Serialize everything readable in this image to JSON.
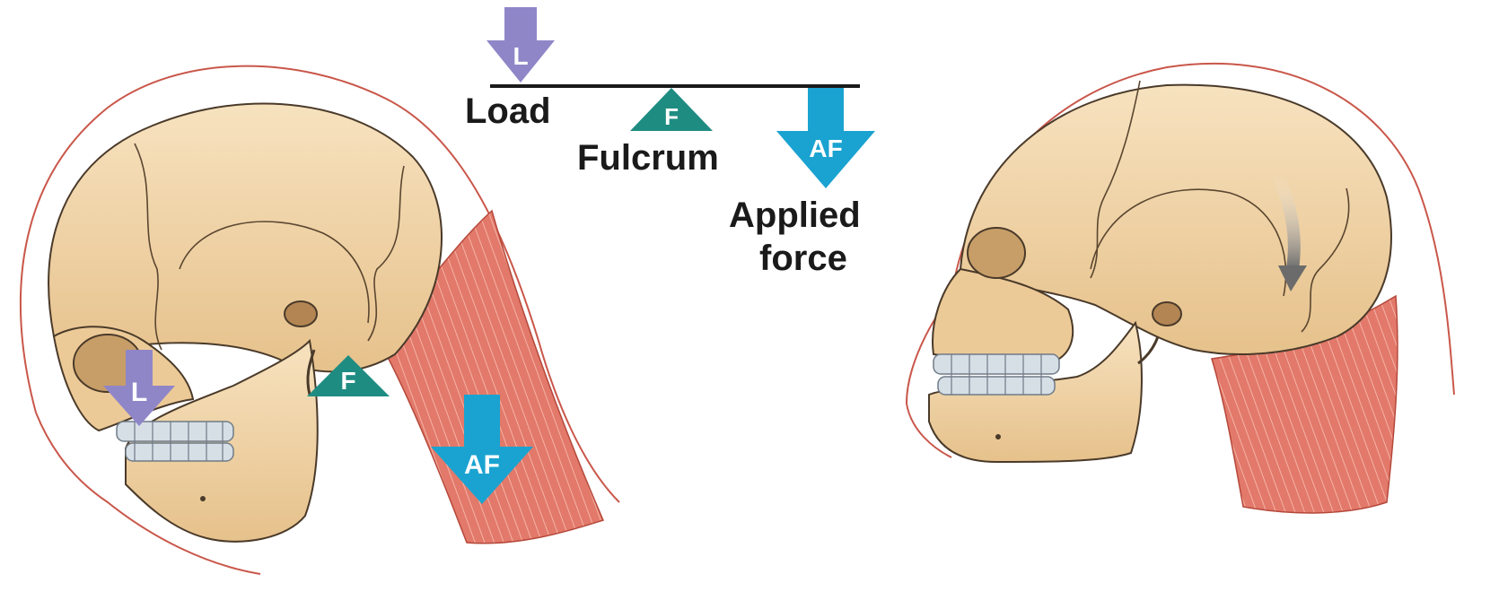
{
  "legend": {
    "load_label": "Load",
    "fulcrum_label": "Fulcrum",
    "applied_force_line1": "Applied",
    "applied_force_line2": "force"
  },
  "symbols": {
    "load": "L",
    "fulcrum": "F",
    "applied_force": "AF"
  },
  "colors": {
    "load": "#8f86c8",
    "fulcrum": "#1f8c82",
    "applied_force": "#1aa3d1",
    "skull": "#f0d3a4",
    "skull_shadow": "#d9b27d",
    "muscle": "#e2796a",
    "teeth": "#d6dee6",
    "skin_outline": "#c9574a",
    "rotation_arrow": "#707070"
  }
}
